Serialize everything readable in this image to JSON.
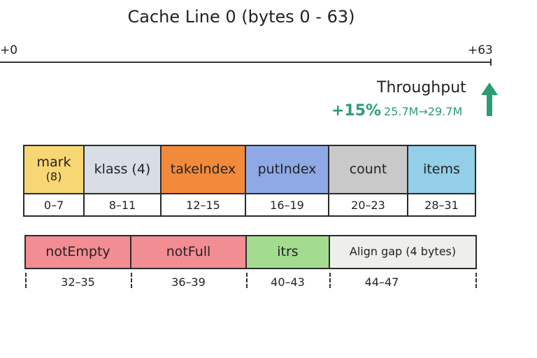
{
  "title": "Cache Line 0 (bytes 0 - 63)",
  "axis": {
    "start_label": "+0",
    "end_label": "+63"
  },
  "throughput": {
    "label": "Throughput",
    "change": "+15%",
    "range": "25.7M→29.7M",
    "color": "#2e9c73",
    "icon": "up-arrow-icon"
  },
  "row1": {
    "fields": [
      {
        "name": "mark",
        "sub": "(8)",
        "range": "0–7",
        "color": "#f7d774"
      },
      {
        "name": "klass (4)",
        "sub": "",
        "range": "8–11",
        "color": "#d9dee6"
      },
      {
        "name": "takeIndex",
        "sub": "",
        "range": "12–15",
        "color": "#f28a3c"
      },
      {
        "name": "putIndex",
        "sub": "",
        "range": "16–19",
        "color": "#8fa9e6"
      },
      {
        "name": "count",
        "sub": "",
        "range": "20–23",
        "color": "#c9c9c9"
      },
      {
        "name": "items",
        "sub": "",
        "range": "28–31",
        "color": "#93cfe6"
      }
    ]
  },
  "row2": {
    "fields": [
      {
        "name": "notEmpty",
        "range": "32–35",
        "color": "#f28d94"
      },
      {
        "name": "notFull",
        "range": "36–39",
        "color": "#f28d94"
      },
      {
        "name": "itrs",
        "range": "40–43",
        "color": "#a3dc8f"
      },
      {
        "name": "Align gap (4 bytes)",
        "range": "44–47",
        "color": "#eeeeea"
      }
    ]
  }
}
